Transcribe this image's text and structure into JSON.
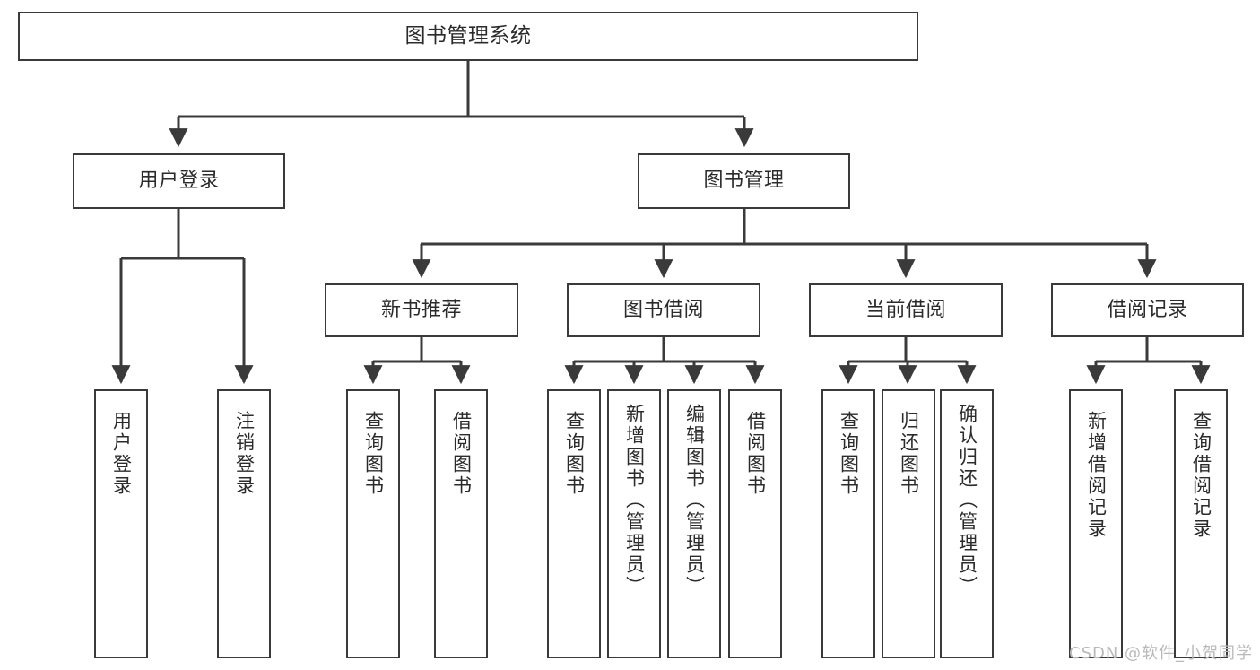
{
  "diagram": {
    "title": "图书管理系统",
    "type": "tree-hierarchy-diagram",
    "watermark": "CSDN @软件_小贺同学",
    "colors": {
      "background": "#ffffff",
      "box_border": "#3a3a3a",
      "text": "#2b2b2b",
      "connector": "#3a3a3a",
      "watermark": "#b9b9b9"
    },
    "nodes": {
      "root": {
        "label": "图书管理系统"
      },
      "level2": [
        {
          "label": "用户登录"
        },
        {
          "label": "图书管理"
        }
      ],
      "level3": [
        {
          "label": "新书推荐"
        },
        {
          "label": "图书借阅"
        },
        {
          "label": "当前借阅"
        },
        {
          "label": "借阅记录"
        }
      ],
      "leaves": {
        "user_login": [
          {
            "label": "用户登录"
          },
          {
            "label": "注销登录"
          }
        ],
        "new_book_recommend": [
          {
            "label": "查询图书"
          },
          {
            "label": "借阅图书"
          }
        ],
        "book_borrow": [
          {
            "label": "查询图书"
          },
          {
            "label": "新增图书（管理员）"
          },
          {
            "label": "编辑图书（管理员）"
          },
          {
            "label": "借阅图书"
          }
        ],
        "current_borrow": [
          {
            "label": "查询图书"
          },
          {
            "label": "归还图书"
          },
          {
            "label": "确认归还（管理员）"
          }
        ],
        "borrow_record": [
          {
            "label": "新增借阅记录"
          },
          {
            "label": "查询借阅记录"
          }
        ]
      }
    }
  }
}
